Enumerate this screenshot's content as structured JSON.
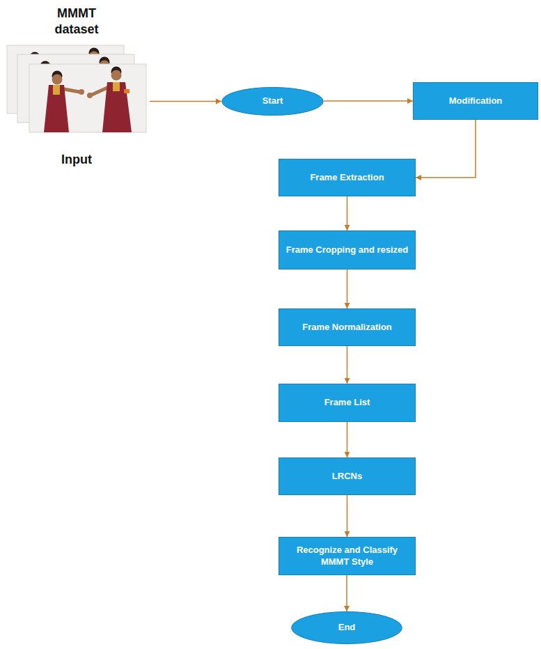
{
  "diagram": {
    "nodes": [
      {
        "text": [
          "MMMT dataset",
          "Input"
        ]
      },
      {
        "text": [
          "Start"
        ]
      },
      {
        "text": [
          "Modification"
        ]
      },
      {
        "text": [
          "Frame Extraction"
        ]
      },
      {
        "text": [
          "Frame Cropping and resized"
        ]
      },
      {
        "text": [
          "Frame Normalization"
        ]
      },
      {
        "text": [
          "Frame List"
        ]
      },
      {
        "text": [
          "LRCNs"
        ]
      },
      {
        "text": [
          "Recognize and Classify MMMT Style"
        ]
      },
      {
        "text": [
          "End"
        ]
      }
    ],
    "edges": [
      {
        "from": 0,
        "to": 1,
        "arrow": "to"
      },
      {
        "from": 1,
        "to": 2,
        "arrow": "to"
      },
      {
        "from": 2,
        "to": 3,
        "arrow": "to"
      },
      {
        "from": 3,
        "to": 4,
        "arrow": "to"
      },
      {
        "from": 4,
        "to": 5,
        "arrow": "to"
      },
      {
        "from": 5,
        "to": 6,
        "arrow": "to"
      },
      {
        "from": 6,
        "to": 7,
        "arrow": "to"
      },
      {
        "from": 7,
        "to": 8,
        "arrow": "to"
      },
      {
        "from": 8,
        "to": 9,
        "arrow": "to"
      }
    ]
  }
}
